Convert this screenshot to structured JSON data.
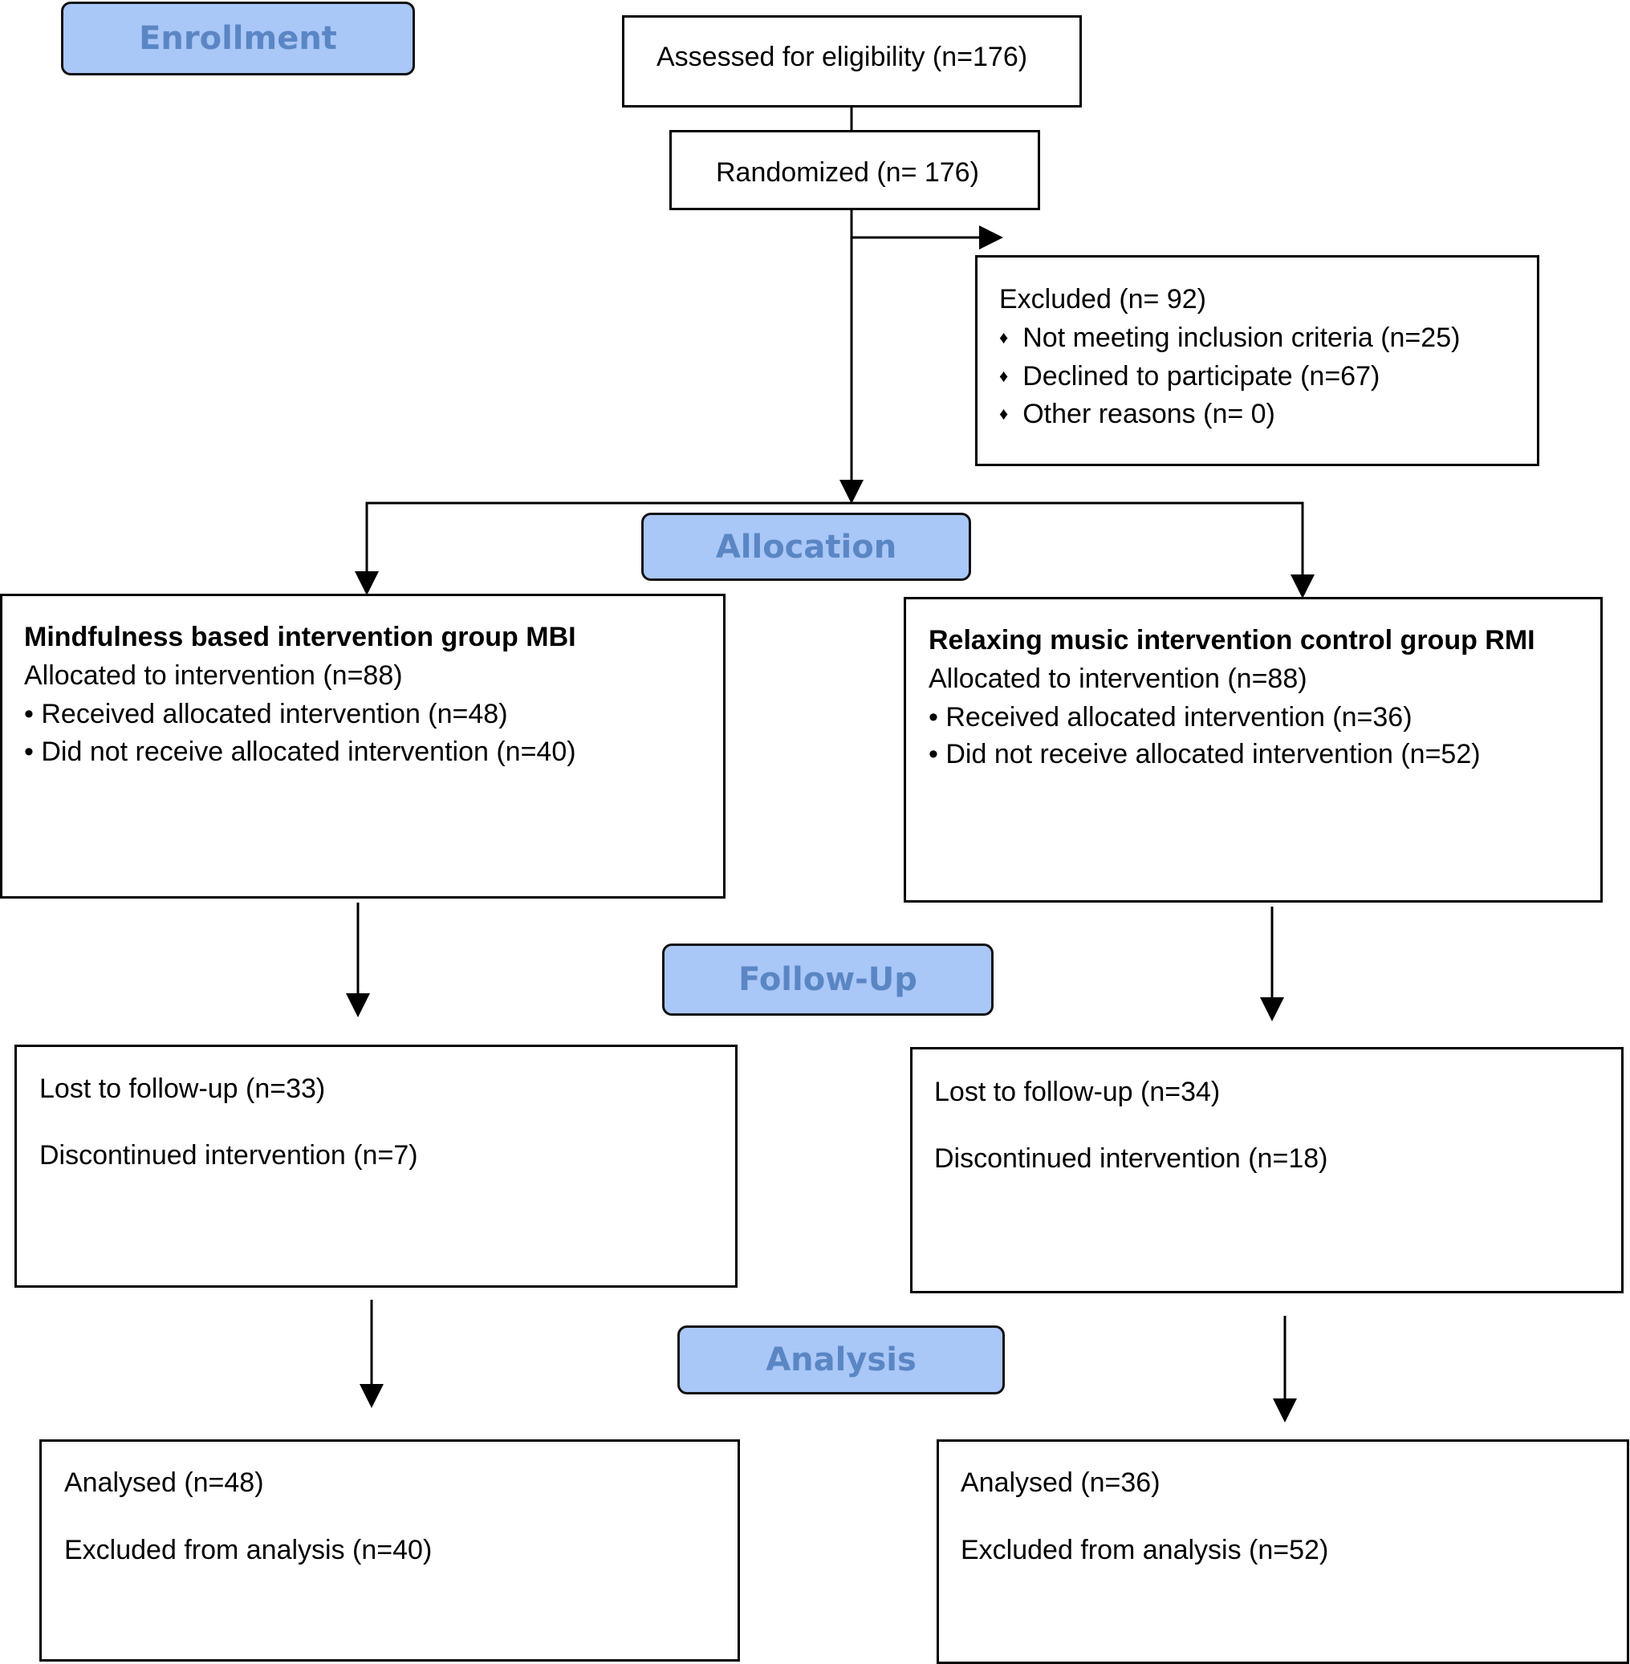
{
  "stages": {
    "enrollment": "Enrollment",
    "allocation": "Allocation",
    "follow_up": "Follow-Up",
    "analysis": "Analysis"
  },
  "assessed": "Assessed for eligibility (n=176)",
  "randomized": "Randomized (n= 176)",
  "excluded": {
    "title": "Excluded  (n= 92)",
    "bullet_glyph": "♦",
    "items": [
      "Not meeting inclusion criteria (n=25)",
      "Declined to participate (n=67)",
      "Other reasons (n= 0)"
    ]
  },
  "mbi": {
    "title": "Mindfulness based intervention group MBI",
    "allocated": "Allocated to intervention (n=88)",
    "received": "• Received allocated intervention (n=48)",
    "not_received": "• Did not receive allocated intervention (n=40)",
    "lost": "Lost to follow-up (n=33)",
    "discontinued": "Discontinued intervention (n=7)",
    "analysed": "Analysed (n=48)",
    "excluded_analysis": "Excluded from analysis (n=40)"
  },
  "rmi": {
    "title": "Relaxing music intervention control group RMI",
    "allocated": "Allocated to intervention (n=88)",
    "received": "• Received allocated intervention (n=36)",
    "not_received": "• Did not receive allocated intervention (n=52)",
    "lost": "Lost to follow-up (n=34)",
    "discontinued": "Discontinued intervention (n=18)",
    "analysed": "Analysed (n=36)",
    "excluded_analysis": "Excluded from analysis (n=52)"
  },
  "colors": {
    "stage_fill": "#a9c7f7",
    "stage_text": "#5b86c4",
    "line": "#000000"
  }
}
